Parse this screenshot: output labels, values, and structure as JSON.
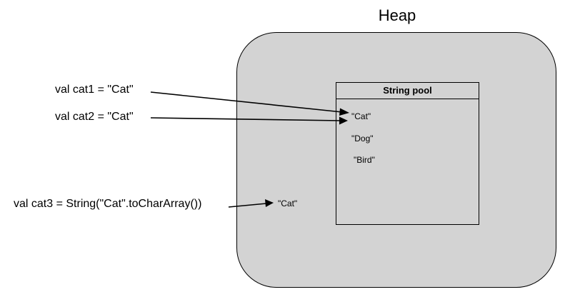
{
  "heap": {
    "title": "Heap"
  },
  "string_pool": {
    "title": "String pool",
    "items": [
      "\"Cat\"",
      "\"Dog\"",
      "\"Bird\""
    ]
  },
  "code": {
    "cat1": "val cat1 = \"Cat\"",
    "cat2": "val cat2 = \"Cat\"",
    "cat3": "val cat3 = String(\"Cat\".toCharArray())"
  },
  "heap_object": {
    "label": "\"Cat\""
  }
}
